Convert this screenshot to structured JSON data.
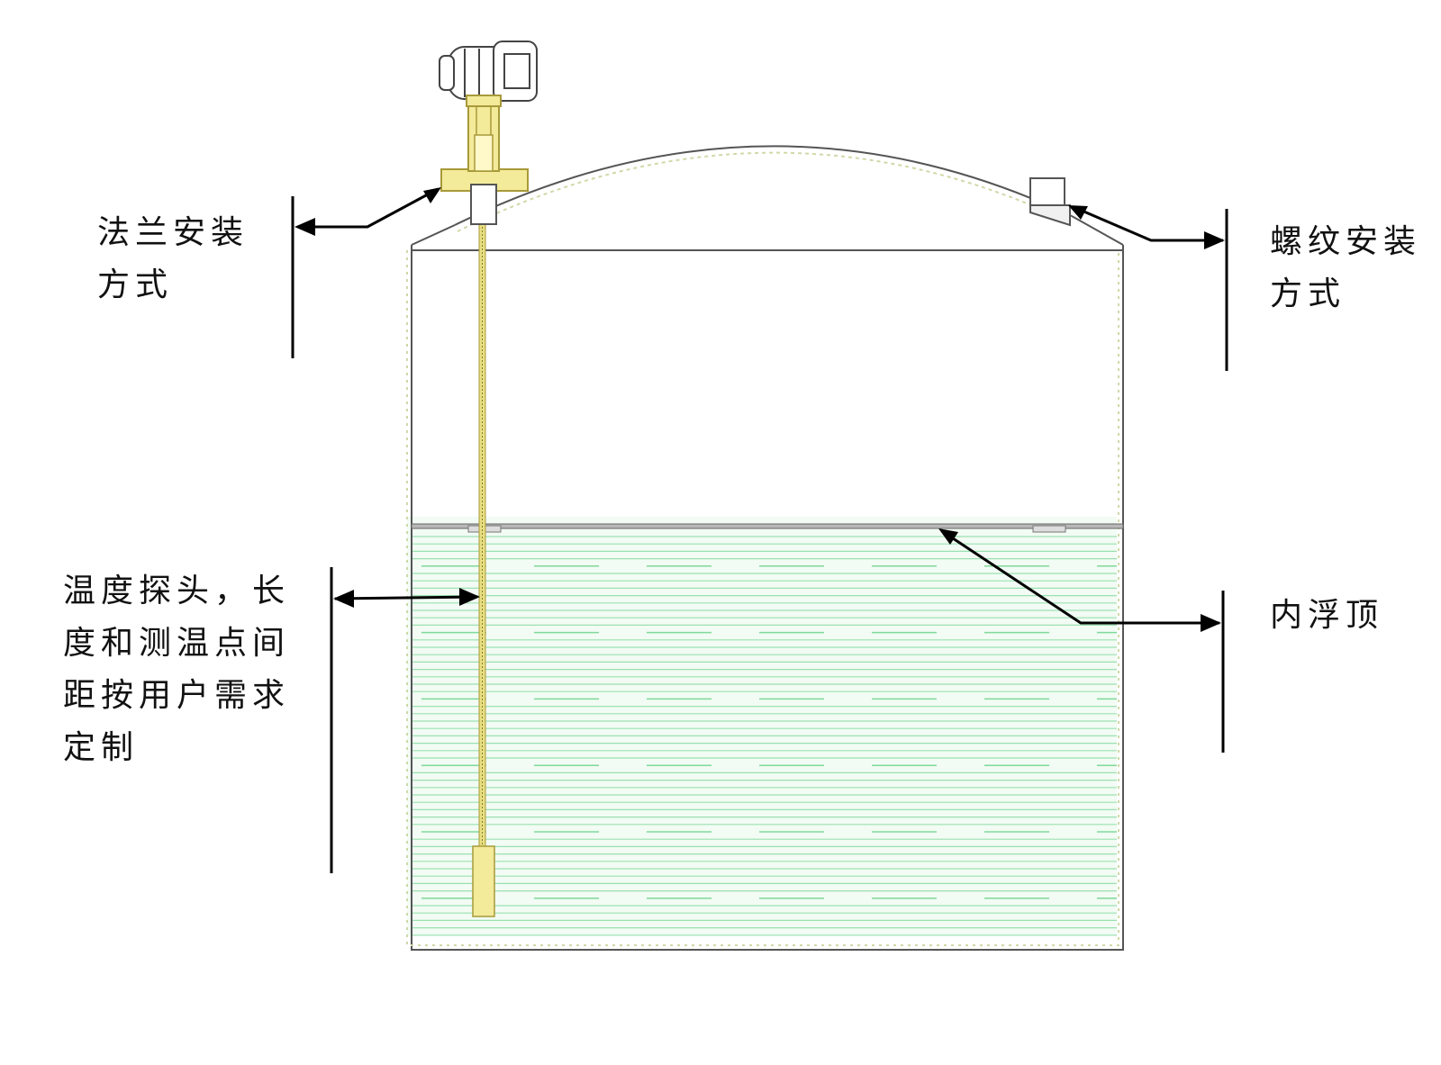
{
  "labels": {
    "flange_mount": [
      "法兰安装",
      "方式"
    ],
    "thread_mount": [
      "螺纹安装",
      "方式"
    ],
    "probe": [
      "温度探头，长",
      "度和测温点间",
      "距按用户需求",
      "定制"
    ],
    "floating_roof": [
      "内浮顶"
    ]
  },
  "colors": {
    "liquid_line": "#7fd99a",
    "liquid_fill": "#f2fbf4",
    "probe_yellow": "#f3ea9a",
    "probe_outline": "#a89a3a",
    "tank_outline": "#555555",
    "annotation": "#000000"
  }
}
